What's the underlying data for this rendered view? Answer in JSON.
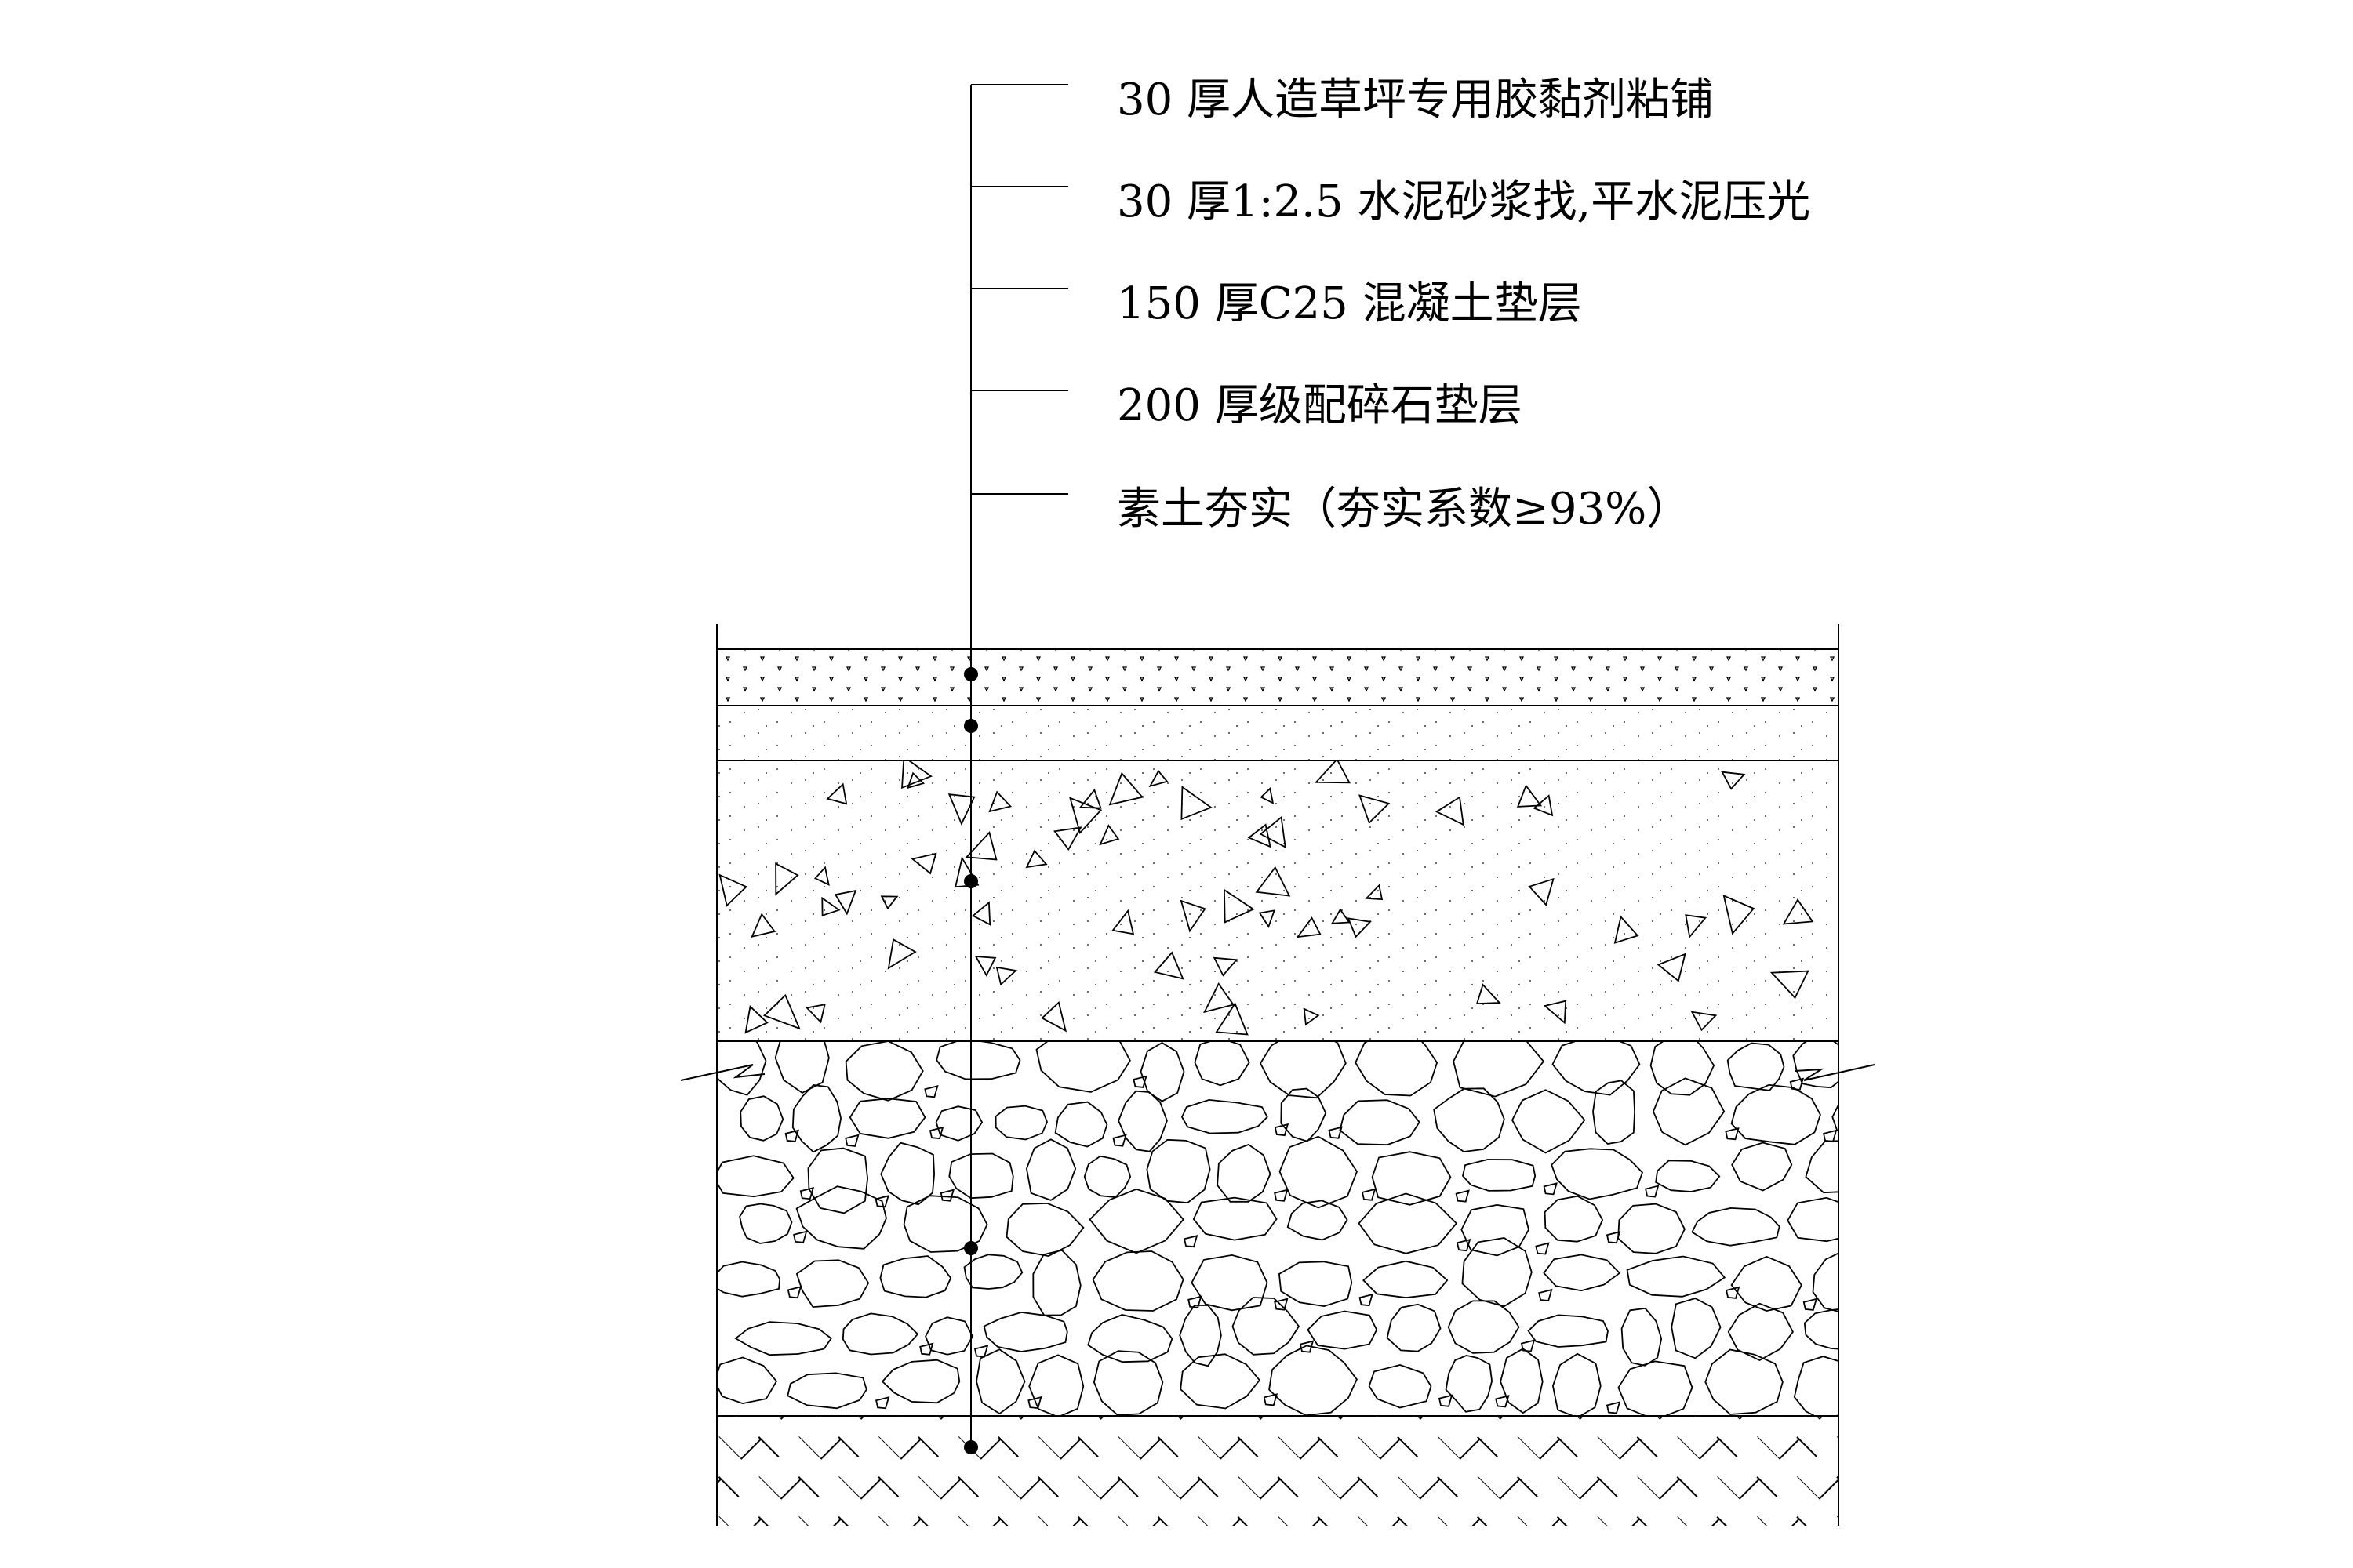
{
  "layers": [
    {
      "id": "artificial-turf",
      "label": "30 厚人造草坪专用胶黏剂粘铺"
    },
    {
      "id": "cement-mortar",
      "label": "30 厚1:2.5 水泥砂浆找,平水泥压光"
    },
    {
      "id": "c25-concrete",
      "label": "150 厚C25 混凝土垫层"
    },
    {
      "id": "graded-gravel",
      "label": "200 厚级配碎石垫层"
    },
    {
      "id": "compacted-soil",
      "label": "素土夯实（夯实系数≥93%）"
    }
  ],
  "colors": {
    "line": "#000000",
    "background": "#ffffff"
  }
}
